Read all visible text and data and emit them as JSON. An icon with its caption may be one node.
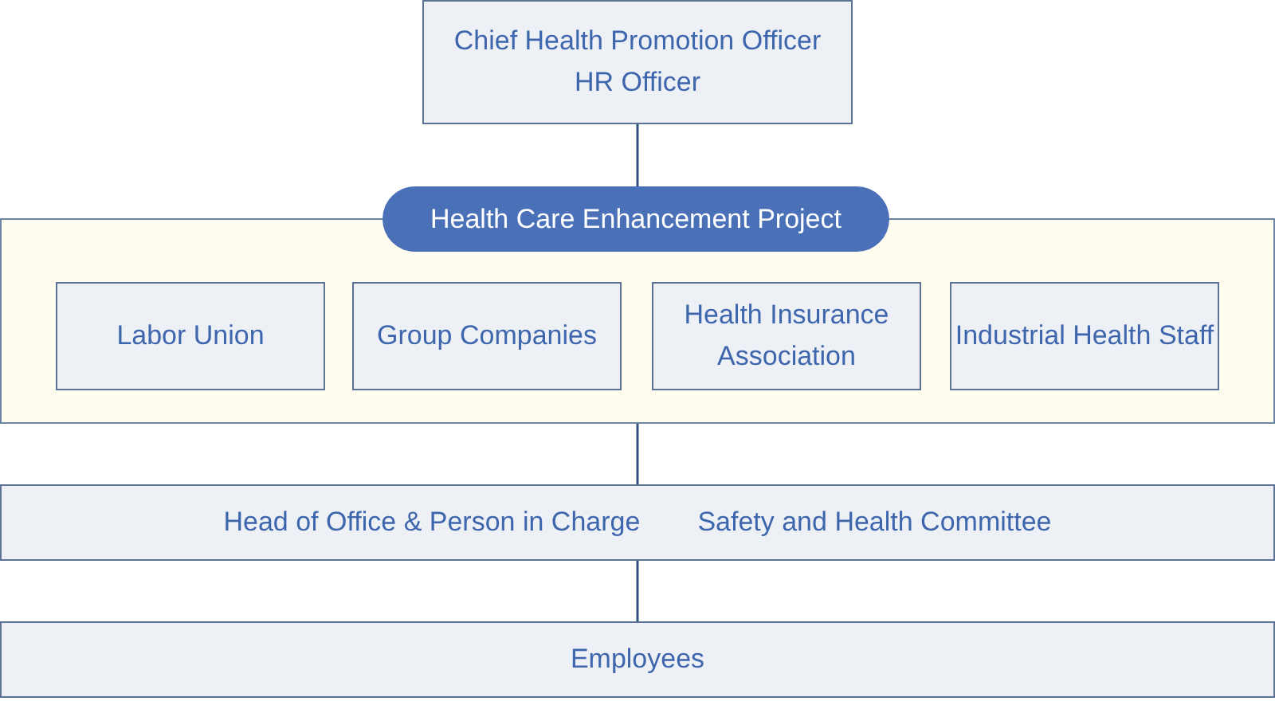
{
  "diagram": {
    "nodes": [
      {
        "text": [
          "Chief Health Promotion Officer",
          "HR Officer"
        ]
      },
      {
        "text": [
          "Health Care Enhancement Project"
        ]
      },
      {
        "text": [
          "Labor Union"
        ],
        "in": 1
      },
      {
        "text": [
          "Group Companies"
        ],
        "in": 1
      },
      {
        "text": [
          "Health Insurance Association"
        ],
        "in": 1
      },
      {
        "text": [
          "Industrial Health Staff"
        ],
        "in": 1
      },
      {
        "text": [
          "Head of Office & Person in Charge",
          "Safety and Health Committee"
        ]
      },
      {
        "text": [
          "Employees"
        ]
      }
    ],
    "edges": [
      {
        "from": 0,
        "to": 1,
        "arrow": "none"
      },
      {
        "from": 1,
        "to": 6,
        "arrow": "none"
      },
      {
        "from": 6,
        "to": 7,
        "arrow": "none"
      }
    ]
  }
}
